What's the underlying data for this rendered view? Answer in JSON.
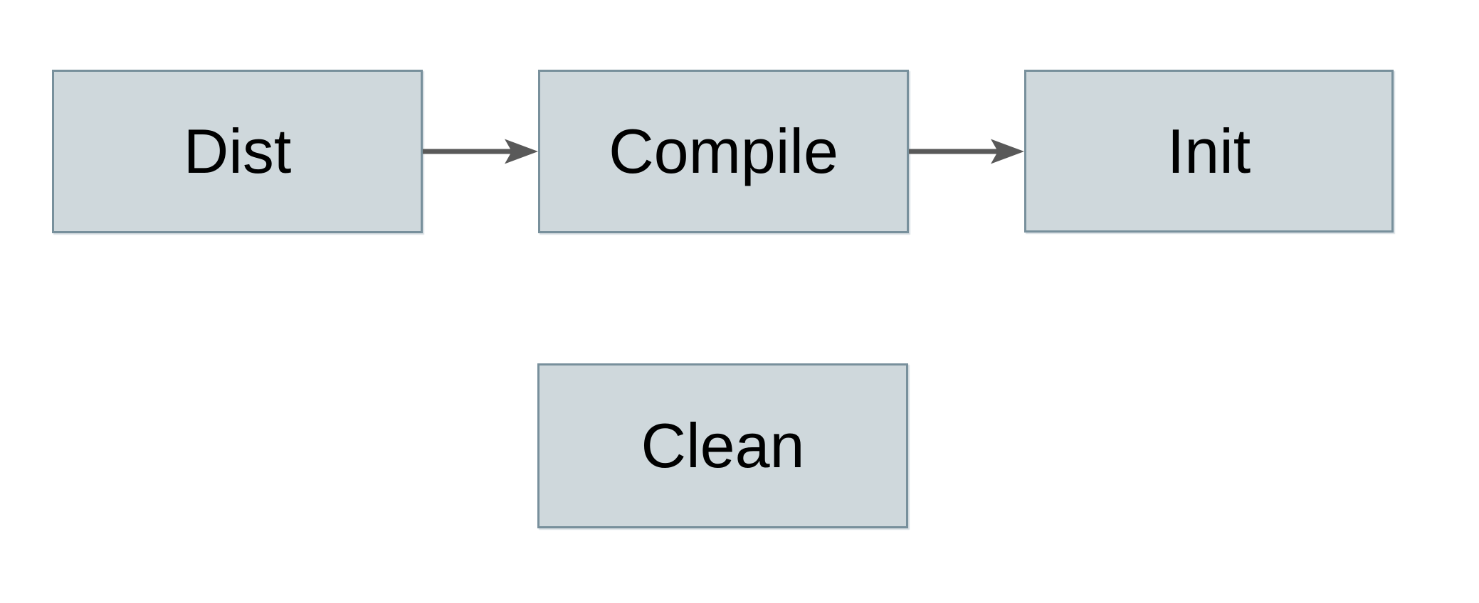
{
  "diagram": {
    "type": "flowchart",
    "nodes": [
      {
        "id": "dist",
        "label": "Dist"
      },
      {
        "id": "compile",
        "label": "Compile"
      },
      {
        "id": "init",
        "label": "Init"
      },
      {
        "id": "clean",
        "label": "Clean"
      }
    ],
    "edges": [
      {
        "from": "Dist",
        "to": "Compile",
        "style": "solid-arrow"
      },
      {
        "from": "Compile",
        "to": "Init",
        "style": "solid-arrow"
      }
    ],
    "colors": {
      "background": "#ffffff",
      "node_fill": "#cfd8dc",
      "node_border": "#78909c",
      "arrow": "#595959",
      "text": "#000000"
    }
  }
}
